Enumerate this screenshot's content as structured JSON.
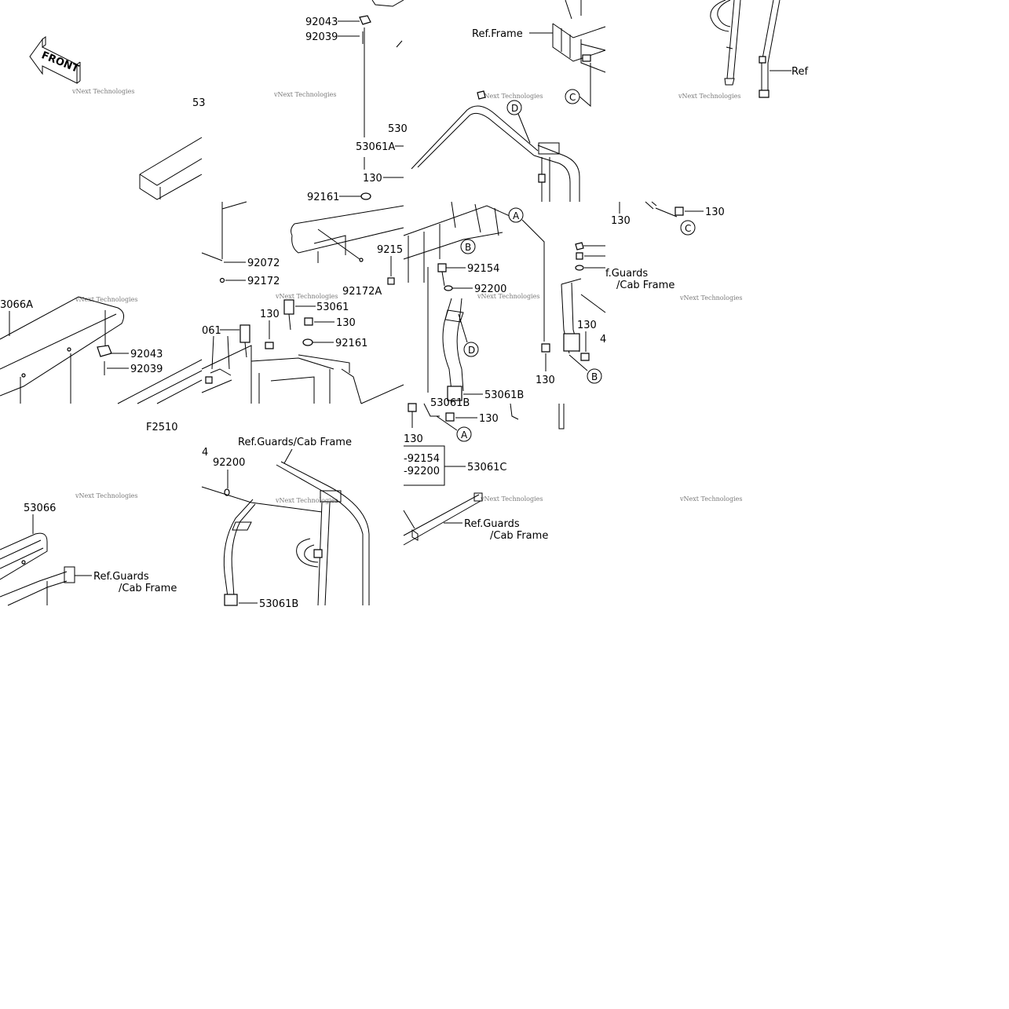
{
  "diagram": {
    "front_label": "FRONT",
    "figure_code": "F2510",
    "watermark": "vNext Technologies",
    "callouts": {
      "a": "A",
      "b": "B",
      "c": "C",
      "d": "D"
    },
    "parts": {
      "p92043": "92043",
      "p92039": "92039",
      "p53061A": "53061A",
      "p130": "130",
      "p92161": "92161",
      "p92072": "92072",
      "p92172": "92172",
      "p92172A": "92172A",
      "p92154": "92154",
      "p92200": "92200",
      "p53061": "53061",
      "p53061B": "53061B",
      "p53061C": "53061C",
      "p53066": "53066",
      "p53066A_partial": "3066A",
      "p53_partial": "53",
      "p530_partial": "530",
      "p9215_partial": "9215",
      "p061_partial": "061",
      "p4_partial": "4",
      "p92154_dash": "-92154",
      "p92200_dash": "-92200"
    },
    "refs": {
      "ref_frame": "Ref.Frame",
      "ref_partial": "Ref",
      "guards_partial": "f.Guards",
      "cab_frame": "/Cab Frame",
      "ref_guards": "Ref.Guards",
      "ref_guards_cab": "Ref.Guards/Cab Frame"
    }
  }
}
